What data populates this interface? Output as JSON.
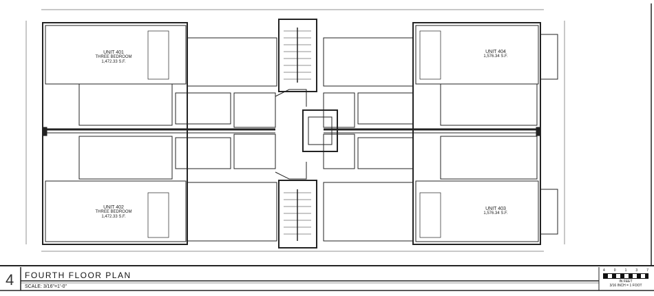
{
  "units": [
    {
      "name": "UNIT 401",
      "type": "THREE BEDROOM",
      "area": "1,472.33 S.F."
    },
    {
      "name": "UNIT 404",
      "area": "1,576.34 S.F."
    },
    {
      "name": "UNIT 402",
      "type": "THREE BEDROOM",
      "area": "1,472.33 S.F."
    },
    {
      "name": "UNIT 403",
      "area": "1,576.34 S.F."
    }
  ],
  "title_block": {
    "sheet_number": "4",
    "title": "FOURTH FLOOR PLAN",
    "scale": "SCALE: 3/16\"=1'-0\""
  },
  "scale_bar": {
    "ticks": [
      "4",
      "0",
      "1",
      "3",
      "7"
    ],
    "units_label": "IN FEET",
    "ratio_label": "3/16 INCH = 1 FOOT"
  }
}
